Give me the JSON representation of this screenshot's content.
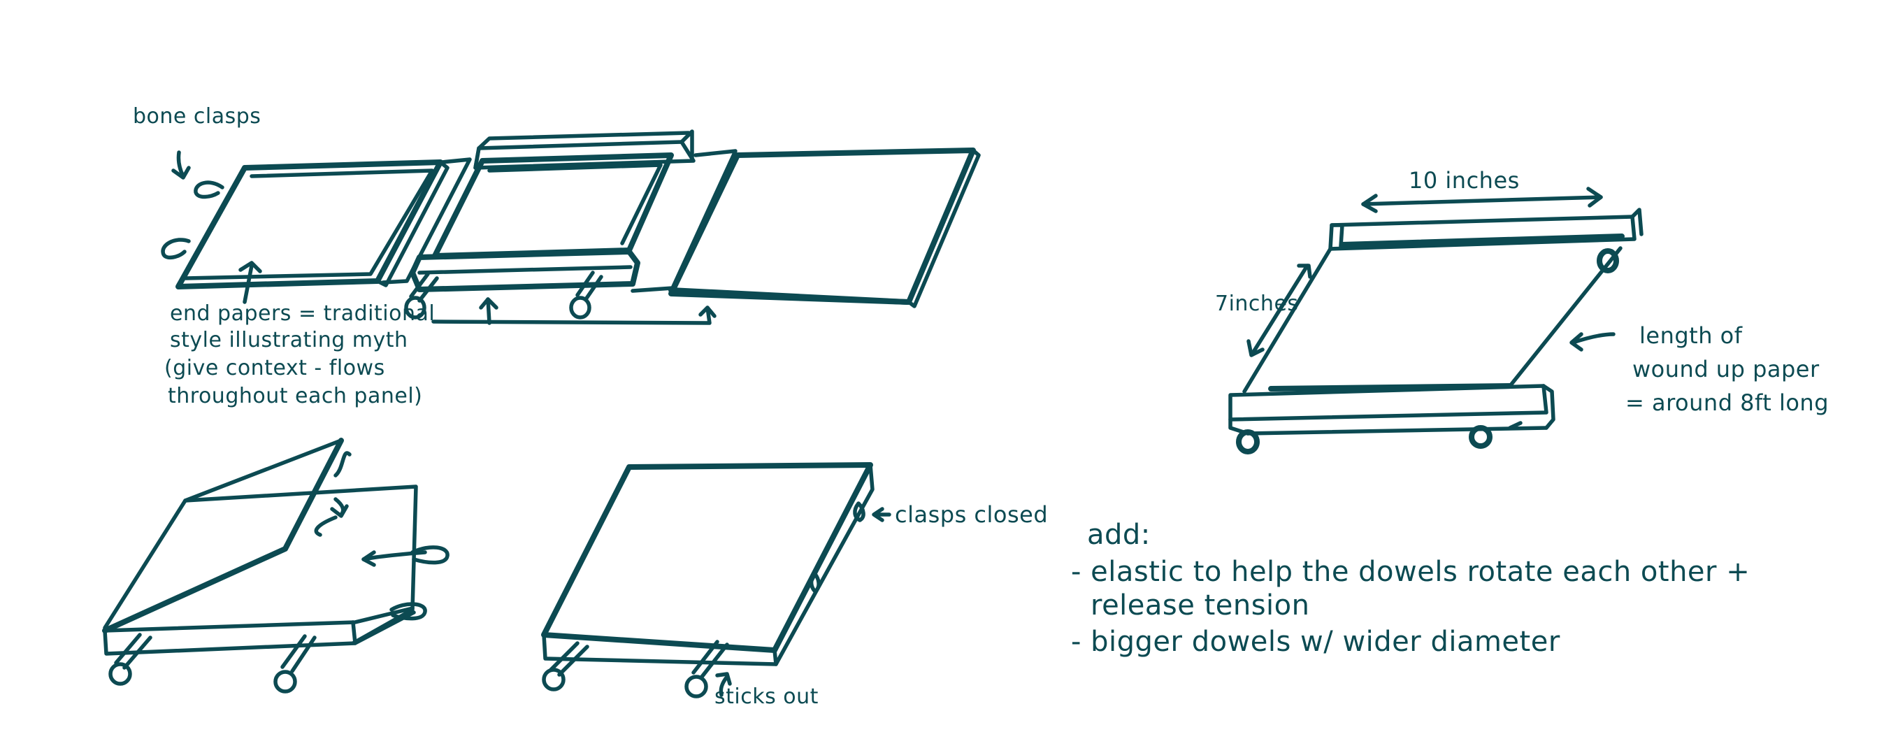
{
  "colors": {
    "ink": "#0c4a52",
    "background": "#ffffff"
  },
  "labels": {
    "bone_clasps": "bone clasps",
    "end_papers": [
      "end papers = traditional",
      "style illustrating myth",
      "(give context - flows",
      "throughout each panel)"
    ],
    "clasps_closed": "clasps closed",
    "sticks_out": "sticks out",
    "width_dim": "10 inches",
    "height_dim": "7inches",
    "paper_length": [
      "length of",
      "wound up paper",
      "= around 8ft long"
    ]
  },
  "notes": {
    "heading": "add:",
    "items": [
      "- elastic to help the dowels rotate each other +",
      "release tension",
      "- bigger dowels w/ wider diameter"
    ]
  }
}
